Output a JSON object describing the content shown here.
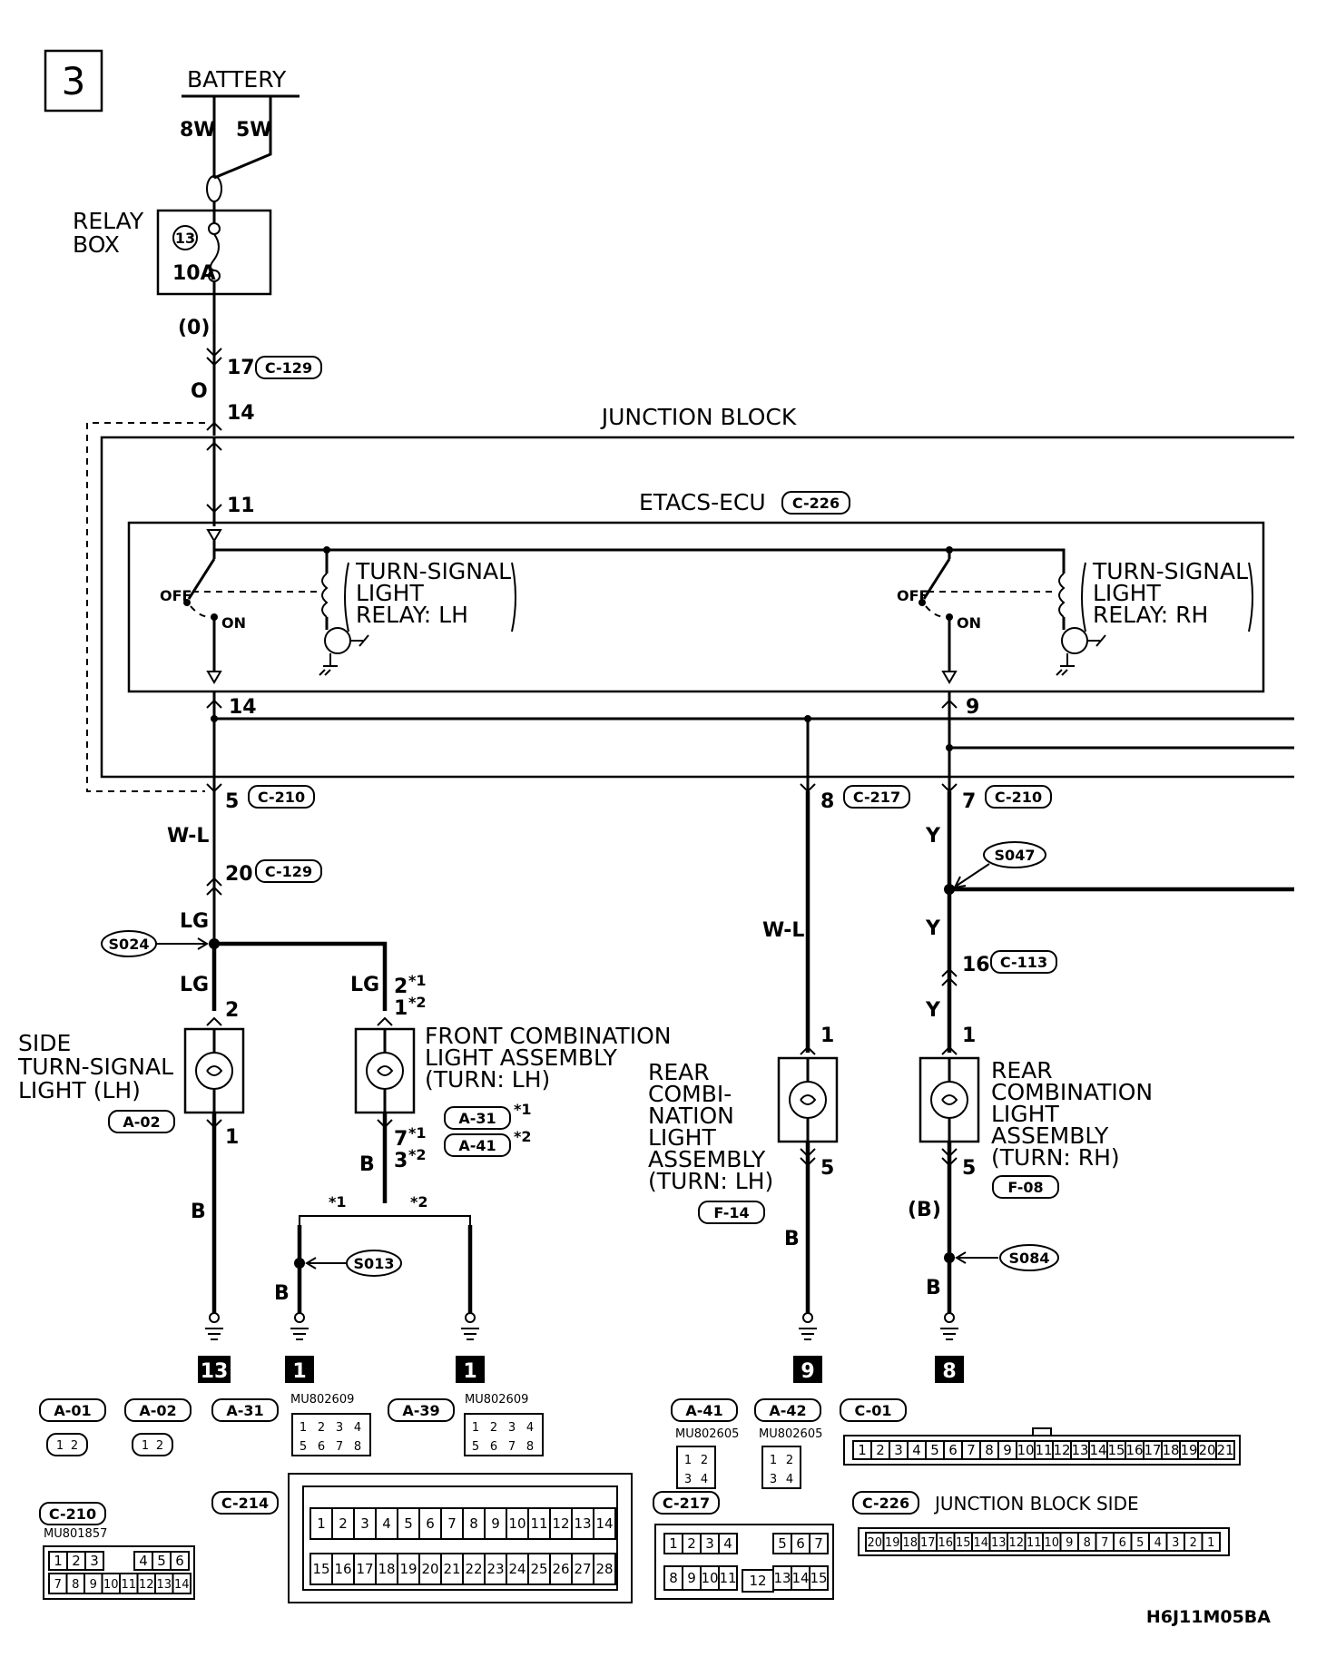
{
  "page_number": "3",
  "power": {
    "battery": "BATTERY",
    "wire_main": "8W",
    "wire_branch": "5W",
    "relay_box_line1": "RELAY",
    "relay_box_line2": "BOX",
    "fuse_number": "13",
    "fuse_rating": "10A",
    "wire_color_paren": "(0)",
    "pin_17": "17",
    "conn_c129": "C-129",
    "wire_color_o": "O",
    "pin_14_top": "14"
  },
  "junction_block": {
    "title": "JUNCTION BLOCK",
    "ecu_title": "ETACS-ECU",
    "ecu_conn": "C-226",
    "pin_11": "11",
    "pin_14": "14",
    "pin_9": "9",
    "relay_lh": {
      "off": "OFF",
      "on": "ON",
      "line1": "TURN-SIGNAL",
      "line2": "LIGHT",
      "line3": "RELAY: LH"
    },
    "relay_rh": {
      "off": "OFF",
      "on": "ON",
      "line1": "TURN-SIGNAL",
      "line2": "LIGHT",
      "line3": "RELAY: RH"
    }
  },
  "left_branch": {
    "pin_5": "5",
    "conn_c210": "C-210",
    "wire_wl": "W-L",
    "pin_20": "20",
    "conn_c129": "C-129",
    "wire_lg1": "LG",
    "splice_s024": "S024",
    "wire_lg2": "LG",
    "wire_lg3": "LG",
    "side_pin_2": "2",
    "side_label1": "SIDE",
    "side_label2": "TURN-SIGNAL",
    "side_label3": "LIGHT (LH)",
    "side_conn": "A-02",
    "side_pin_1": "1",
    "wire_b_side": "B",
    "front_pin_top1": "2",
    "front_pin_top2": "1",
    "note_star1": "*1",
    "note_star2": "*2",
    "front_label1": "FRONT COMBINATION",
    "front_label2": "LIGHT ASSEMBLY",
    "front_label3": "(TURN: LH)",
    "front_conn1": "A-31",
    "front_conn2": "A-41",
    "front_pin_bot1": "7",
    "front_pin_bot2": "3",
    "wire_b_front": "B",
    "splice_s013": "S013",
    "wire_b_s013": "B",
    "ground_13": "13",
    "ground_1a": "1",
    "ground_1b": "1"
  },
  "mid_branch": {
    "pin_8": "8",
    "conn_c217": "C-217",
    "wire_wl": "W-L",
    "pin_1": "1",
    "label1": "REAR",
    "label2": "COMBI-",
    "label3": "NATION",
    "label4": "LIGHT",
    "label5": "ASSEMBLY",
    "label6": "(TURN: LH)",
    "conn": "F-14",
    "pin_5": "5",
    "wire_b": "B",
    "ground_9": "9"
  },
  "right_branch": {
    "pin_7": "7",
    "conn_c210": "C-210",
    "wire_y1": "Y",
    "splice_s047": "S047",
    "wire_y2": "Y",
    "pin_16": "16",
    "conn_c113": "C-113",
    "wire_y3": "Y",
    "pin_1": "1",
    "label1": "REAR",
    "label2": "COMBINATION",
    "label3": "LIGHT",
    "label4": "ASSEMBLY",
    "label5": "(TURN: RH)",
    "conn": "F-08",
    "pin_5": "5",
    "wire_b_paren": "(B)",
    "splice_s084": "S084",
    "wire_b": "B",
    "ground_8": "8"
  },
  "connectors": {
    "a01": "A-01",
    "a02": "A-02",
    "a31": "A-31",
    "a39": "A-39",
    "a41": "A-41",
    "a42": "A-42",
    "c01": "C-01",
    "c210": "C-210",
    "c214": "C-214",
    "c217": "C-217",
    "c226": "C-226",
    "junction_block_side": "JUNCTION BLOCK SIDE",
    "part_a31": "MU802609",
    "part_a39": "MU802609",
    "part_a41": "MU802605",
    "part_a42": "MU802605",
    "part_c210": "MU801857",
    "pins_2": [
      "1",
      "2"
    ],
    "pins_4": [
      "1",
      "2",
      "3",
      "4"
    ],
    "pins_8_top": [
      "1",
      "2",
      "3",
      "4"
    ],
    "pins_8_bot": [
      "5",
      "6",
      "7",
      "8"
    ],
    "c01_pins": [
      "1",
      "2",
      "3",
      "4",
      "5",
      "6",
      "7",
      "8",
      "9",
      "10",
      "11",
      "12",
      "13",
      "14",
      "15",
      "16",
      "17",
      "18",
      "19",
      "20",
      "21"
    ],
    "c210_top": [
      "1",
      "2",
      "3",
      "4",
      "5",
      "6"
    ],
    "c210_bot": [
      "7",
      "8",
      "9",
      "10",
      "11",
      "12",
      "13",
      "14"
    ],
    "c214_top": [
      "1",
      "2",
      "3",
      "4",
      "5",
      "6",
      "7",
      "8",
      "9",
      "10",
      "11",
      "12",
      "13",
      "14"
    ],
    "c214_bot": [
      "15",
      "16",
      "17",
      "18",
      "19",
      "20",
      "21",
      "22",
      "23",
      "24",
      "25",
      "26",
      "27",
      "28"
    ],
    "c217_top_l": [
      "1",
      "2",
      "3",
      "4"
    ],
    "c217_top_r": [
      "5",
      "6",
      "7"
    ],
    "c217_bot_l": [
      "8",
      "9",
      "10",
      "11"
    ],
    "c217_bot_m": "12",
    "c217_bot_r": [
      "13",
      "14",
      "15"
    ],
    "c226_pins": [
      "20",
      "19",
      "18",
      "17",
      "16",
      "15",
      "14",
      "13",
      "12",
      "11",
      "10",
      "9",
      "8",
      "7",
      "6",
      "5",
      "4",
      "3",
      "2",
      "1"
    ]
  },
  "figure_code": "H6J11M05BA"
}
